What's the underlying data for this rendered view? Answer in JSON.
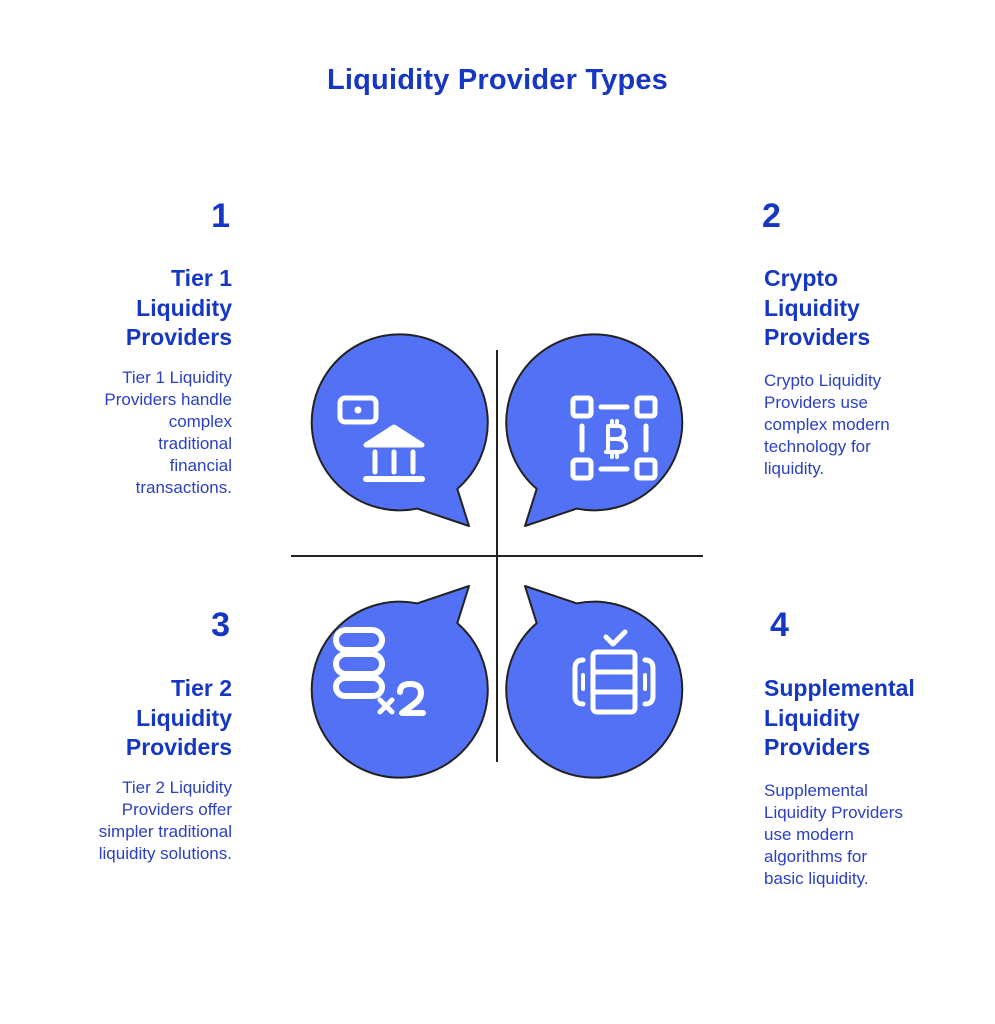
{
  "title": "Liquidity Provider Types",
  "colors": {
    "accent": "#1636c4",
    "bubble": "#5271f4",
    "outline": "#222222",
    "icon": "#ffffff"
  },
  "items": [
    {
      "number": "1",
      "heading": [
        "Tier 1",
        "Liquidity",
        "Providers"
      ],
      "description": [
        "Tier 1 Liquidity",
        "Providers handle",
        "complex",
        "traditional",
        "financial",
        "transactions."
      ],
      "icon": "bank-money-icon"
    },
    {
      "number": "2",
      "heading": [
        "Crypto",
        "Liquidity",
        "Providers"
      ],
      "description": [
        "Crypto Liquidity",
        "Providers use",
        "complex modern",
        "technology for",
        "liquidity."
      ],
      "icon": "bitcoin-network-icon"
    },
    {
      "number": "3",
      "heading": [
        "Tier 2",
        "Liquidity",
        "Providers"
      ],
      "description": [
        "Tier 2 Liquidity",
        "Providers offer",
        "simpler traditional",
        "liquidity solutions."
      ],
      "icon": "coin-stack-x2-icon"
    },
    {
      "number": "4",
      "heading": [
        "Supplemental",
        "Liquidity",
        "Providers"
      ],
      "description": [
        "Supplemental",
        "Liquidity Providers",
        "use modern",
        "algorithms for",
        "basic liquidity."
      ],
      "icon": "chip-check-icon"
    }
  ],
  "icon_text": {
    "multiplier": "×2"
  }
}
